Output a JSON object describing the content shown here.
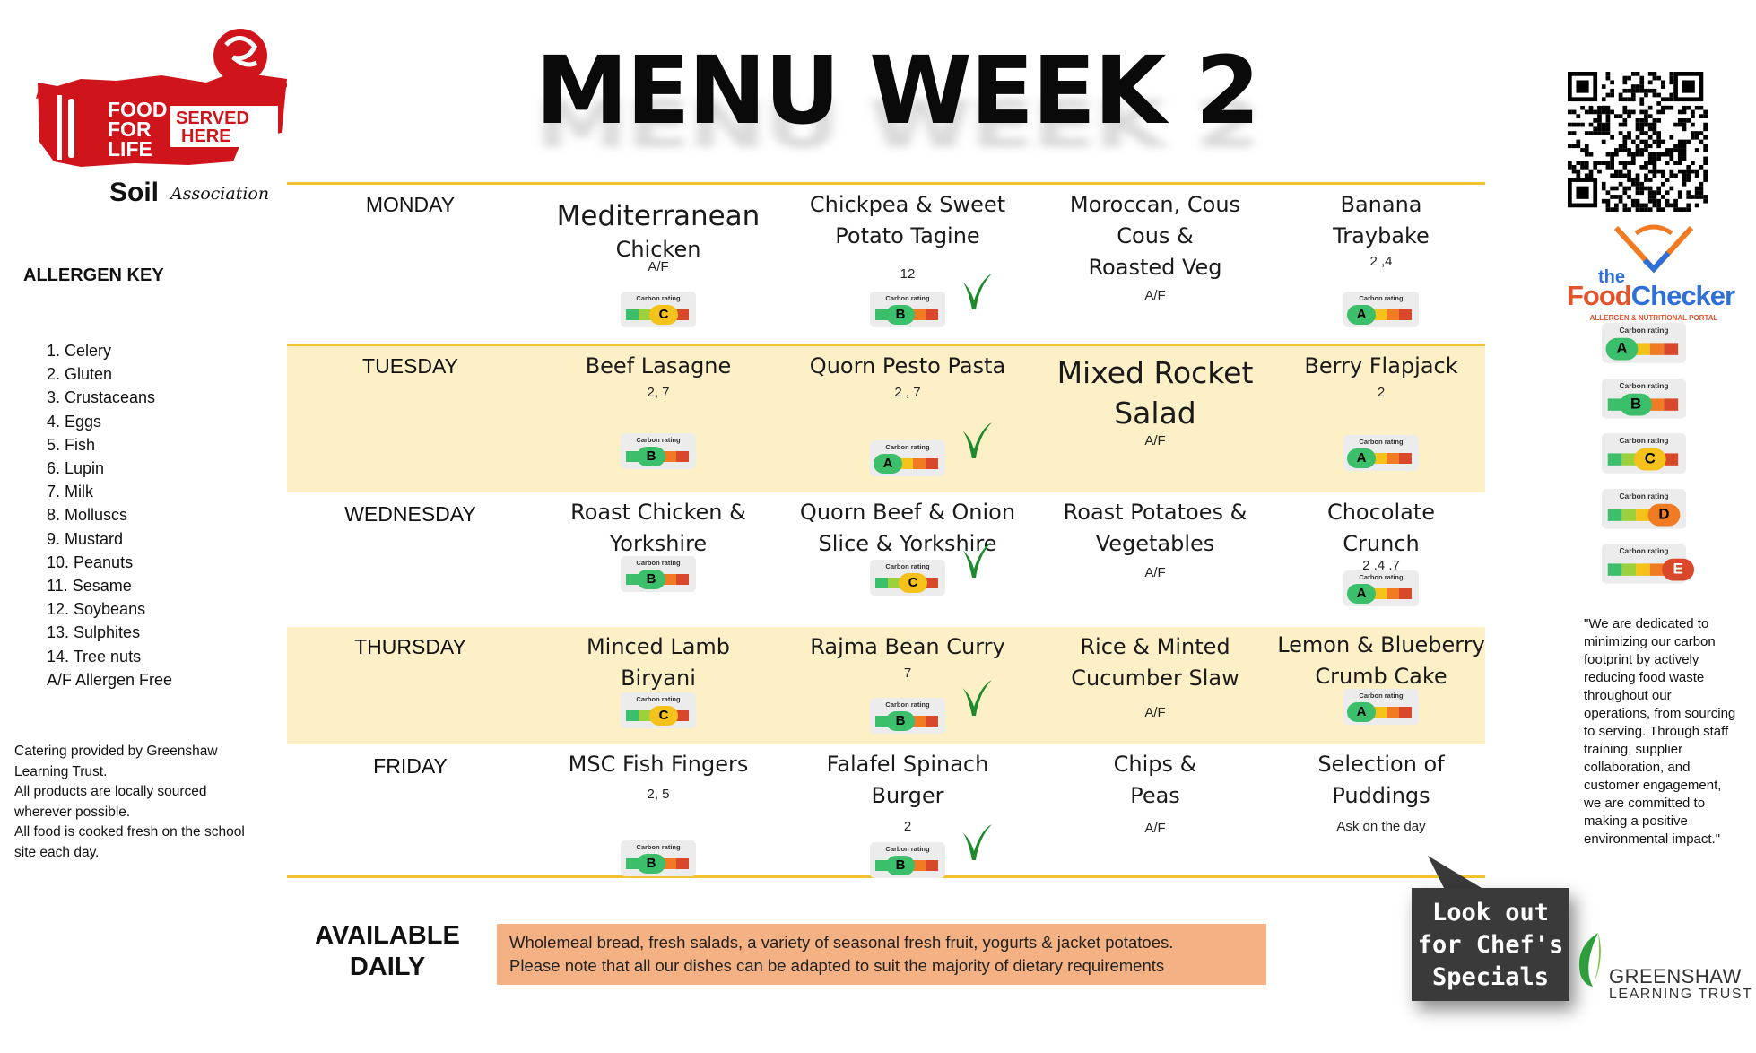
{
  "title": "MENU WEEK 2",
  "logo": {
    "line1": "FOOD",
    "line2": "FOR",
    "line3": "LIFE",
    "served1": "SERVED",
    "served2": "HERE",
    "soil": "Soil",
    "association": "Association"
  },
  "allergen_key": {
    "title": "ALLERGEN KEY",
    "items": [
      "1. Celery",
      "2. Gluten",
      "3. Crustaceans",
      "4. Eggs",
      "5. Fish",
      "6. Lupin",
      "7. Milk",
      "8. Molluscs",
      "9. Mustard",
      "10. Peanuts",
      "11. Sesame",
      "12. Soybeans",
      "13. Sulphites",
      "14. Tree nuts",
      "A/F Allergen Free"
    ]
  },
  "catering_note": [
    "Catering provided by Greenshaw Learning Trust.",
    "All products are locally sourced wherever possible.",
    "All food is cooked fresh on the school site each day."
  ],
  "carbon_label": "Carbon rating",
  "rating_colors": {
    "A": "#3bbf6a",
    "B": "#3bbf6a",
    "C": "#f4c21b",
    "D": "#f07b22",
    "E": "#d9482b"
  },
  "bar_colors": [
    "#3bbf6a",
    "#9bd13c",
    "#f4c21b",
    "#f07b22",
    "#d9482b"
  ],
  "days": [
    {
      "name": "MONDAY",
      "dishes": [
        {
          "name": [
            "Mediterranean",
            "Chicken"
          ],
          "allergens": "A/F",
          "rating": "C",
          "vegan": false
        },
        {
          "name": [
            "Chickpea & Sweet",
            "Potato Tagine"
          ],
          "allergens": "12",
          "rating": "B",
          "vegan": true
        },
        {
          "name": [
            "Moroccan, Cous",
            "Cous &",
            "Roasted Veg"
          ],
          "allergens": "A/F",
          "rating": "",
          "vegan": false
        },
        {
          "name": [
            "Banana",
            "Traybake"
          ],
          "allergens": "2 ,4",
          "rating": "A",
          "vegan": false
        }
      ]
    },
    {
      "name": "TUESDAY",
      "dishes": [
        {
          "name": [
            "Beef Lasagne"
          ],
          "allergens": "2, 7",
          "rating": "B",
          "vegan": false
        },
        {
          "name": [
            "Quorn Pesto Pasta"
          ],
          "allergens": "2 , 7",
          "rating": "A",
          "vegan": true
        },
        {
          "name": [
            "Mixed Rocket",
            "Salad"
          ],
          "allergens": "A/F",
          "rating": "",
          "vegan": false
        },
        {
          "name": [
            "Berry Flapjack"
          ],
          "allergens": "2",
          "rating": "A",
          "vegan": false
        }
      ]
    },
    {
      "name": "WEDNESDAY",
      "dishes": [
        {
          "name": [
            "Roast Chicken &",
            "Yorkshire"
          ],
          "allergens": "",
          "rating": "B",
          "vegan": false
        },
        {
          "name": [
            "Quorn Beef & Onion",
            "Slice & Yorkshire"
          ],
          "allergens": "",
          "rating": "C",
          "vegan": true
        },
        {
          "name": [
            "Roast Potatoes &",
            "Vegetables"
          ],
          "allergens": "A/F",
          "rating": "",
          "vegan": false
        },
        {
          "name": [
            "Chocolate",
            "Crunch"
          ],
          "allergens": "2 ,4 ,7",
          "rating": "A",
          "vegan": false
        }
      ]
    },
    {
      "name": "THURSDAY",
      "dishes": [
        {
          "name": [
            "Minced Lamb",
            "Biryani"
          ],
          "allergens": "",
          "rating": "C",
          "vegan": false
        },
        {
          "name": [
            "Rajma Bean Curry"
          ],
          "allergens": "7",
          "rating": "B",
          "vegan": true
        },
        {
          "name": [
            "Rice & Minted",
            "Cucumber Slaw"
          ],
          "allergens": "A/F",
          "rating": "",
          "vegan": false
        },
        {
          "name": [
            "Lemon & Blueberry",
            "Crumb Cake"
          ],
          "allergens": "",
          "rating": "A",
          "vegan": false
        }
      ]
    },
    {
      "name": "FRIDAY",
      "dishes": [
        {
          "name": [
            "MSC Fish Fingers"
          ],
          "allergens": "2, 5",
          "rating": "B",
          "vegan": false
        },
        {
          "name": [
            "Falafel Spinach",
            "Burger"
          ],
          "allergens": "2",
          "rating": "B",
          "vegan": true
        },
        {
          "name": [
            "Chips &",
            "Peas"
          ],
          "allergens": "A/F",
          "rating": "",
          "vegan": false
        },
        {
          "name": [
            "Selection of",
            "Puddings"
          ],
          "allergens": "Ask on the day",
          "rating": "",
          "vegan": false
        }
      ]
    }
  ],
  "rating_legend": [
    "A",
    "B",
    "C",
    "D",
    "E"
  ],
  "food_checker": {
    "the": "the",
    "food": "Food",
    "checker": "Checker",
    "subtitle": "ALLERGEN & NUTRITIONAL PORTAL"
  },
  "quote": "\"We are dedicated to minimizing our carbon footprint by actively reducing food waste throughout our operations, from sourcing to serving. Through staff training, supplier collaboration, and customer engagement, we are committed to making a positive environmental impact.\"",
  "available": {
    "line1": "AVAILABLE",
    "line2": "DAILY",
    "text1": "Wholemeal bread, fresh salads, a variety of seasonal fresh fruit, yogurts & jacket potatoes.",
    "text2": "Please note that all our dishes can be adapted to suit the majority of dietary requirements"
  },
  "chef_specials": [
    "Look out",
    "for Chef's",
    "Specials"
  ],
  "greenshaw": {
    "name": "GREENSHAW",
    "sub": "LEARNING TRUST"
  }
}
